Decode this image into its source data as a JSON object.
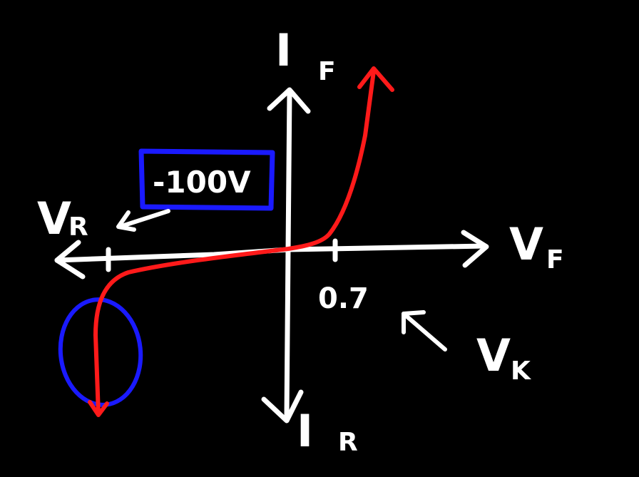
{
  "axes": {
    "y_positive": {
      "main": "I",
      "sub": "F"
    },
    "y_negative": {
      "main": "I",
      "sub": "R"
    },
    "x_positive": {
      "main": "V",
      "sub": "F"
    },
    "x_negative": {
      "main": "V",
      "sub": "R"
    }
  },
  "annotations": {
    "knee_voltage_value": "0.7",
    "knee_voltage_label": {
      "main": "V",
      "sub": "K"
    },
    "breakdown_voltage": "-100V"
  },
  "colors": {
    "background": "#000000",
    "axes": "#ffffff",
    "curve": "#ff1a1a",
    "highlight": "#1a1aff",
    "box_fill": "#000000"
  }
}
